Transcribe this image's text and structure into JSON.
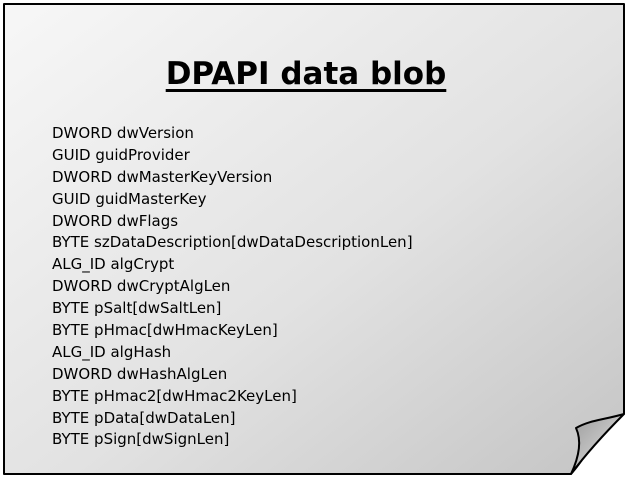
{
  "title": "DPAPI data blob",
  "fields": [
    "DWORD dwVersion",
    "GUID guidProvider",
    "DWORD dwMasterKeyVersion",
    "GUID guidMasterKey",
    "DWORD dwFlags",
    "BYTE szDataDescription[dwDataDescriptionLen]",
    "ALG_ID algCrypt",
    "DWORD dwCryptAlgLen",
    "BYTE pSalt[dwSaltLen]",
    "BYTE pHmac[dwHmacKeyLen]",
    "ALG_ID algHash",
    "DWORD dwHashAlgLen",
    "BYTE pHmac2[dwHmac2KeyLen]",
    "BYTE pData[dwDataLen]",
    "BYTE pSign[dwSignLen]"
  ],
  "colors": {
    "page_gradient_start": "#f7f7f7",
    "page_gradient_end": "#c8c8c8",
    "page_border": "#000000",
    "curl_fill": "#bdbdbd",
    "text": "#000000"
  }
}
